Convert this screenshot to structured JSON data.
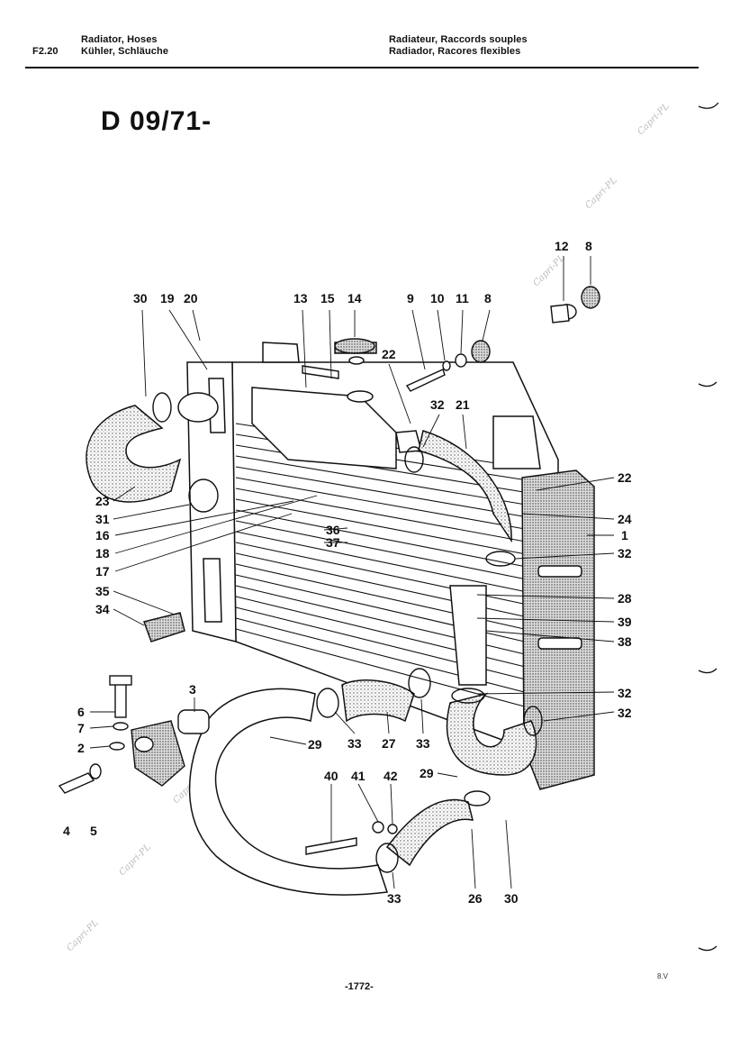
{
  "header": {
    "section_code": "F2.20",
    "title_en": "Radiator, Hoses",
    "title_de": "Kühler, Schläuche",
    "title_fr": "Radiateur, Raccords souples",
    "title_es": "Radiador, Racores flexibles"
  },
  "model_code": "D 09/71-",
  "page_number": "-1772-",
  "corner_mark": "8.V",
  "watermark": "Capri-PL",
  "callouts": {
    "c30a": "30",
    "c19": "19",
    "c20": "20",
    "c13": "13",
    "c15": "15",
    "c14": "14",
    "c9": "9",
    "c10": "10",
    "c11": "11",
    "c8a": "8",
    "c12": "12",
    "c8b": "8",
    "c22a": "22",
    "c32a": "32",
    "c21": "21",
    "c22b": "22",
    "c24": "24",
    "c1": "1",
    "c32b": "32",
    "c23": "23",
    "c31": "31",
    "c16": "16",
    "c18": "18",
    "c17": "17",
    "c36": "36",
    "c37": "37",
    "c35": "35",
    "c34": "34",
    "c28": "28",
    "c39": "39",
    "c38": "38",
    "c3": "3",
    "c6": "6",
    "c7": "7",
    "c2": "2",
    "c4": "4",
    "c5": "5",
    "c29a": "29",
    "c33a": "33",
    "c27": "27",
    "c33b": "33",
    "c32c": "32",
    "c32d": "32",
    "c29b": "29",
    "c40": "40",
    "c41": "41",
    "c42": "42",
    "c33c": "33",
    "c26": "26",
    "c30b": "30"
  }
}
